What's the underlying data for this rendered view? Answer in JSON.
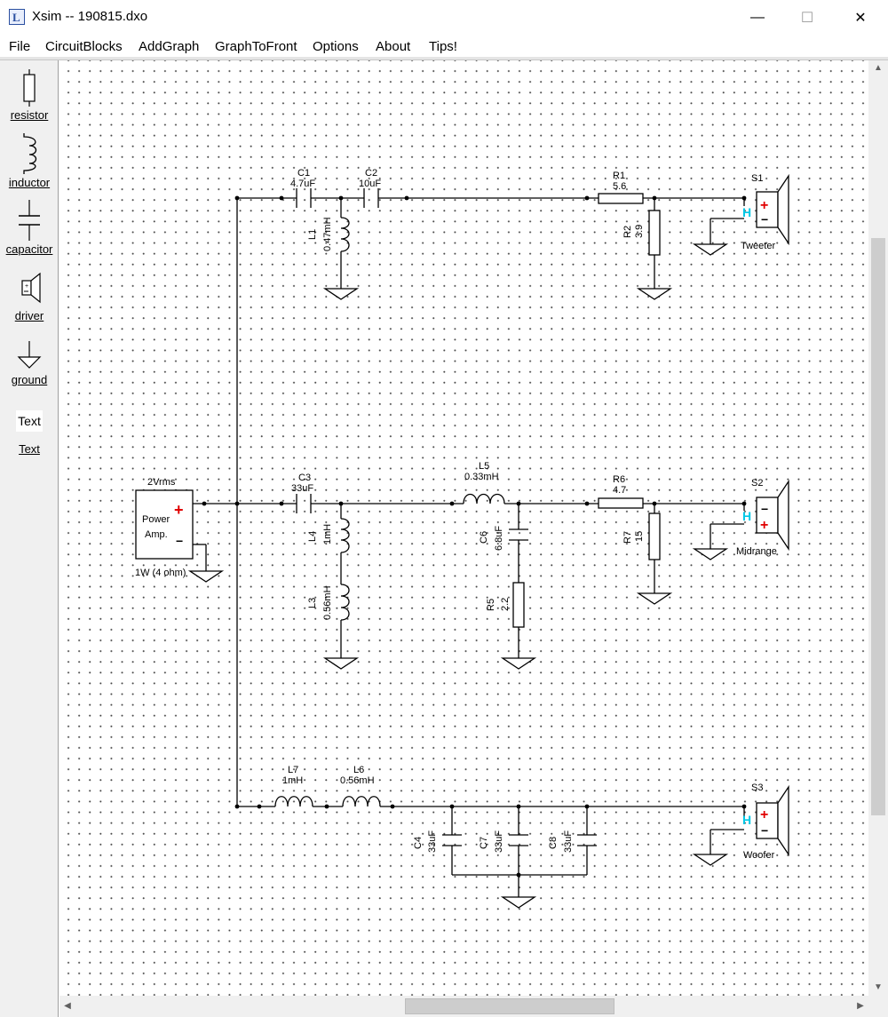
{
  "window": {
    "title": "Xsim -- 190815.dxo",
    "app_icon_glyph": "L",
    "minimize_glyph": "—",
    "maximize_glyph": "☐",
    "close_glyph": "✕"
  },
  "menu": {
    "items": [
      "File",
      "CircuitBlocks",
      "AddGraph",
      "GraphToFront",
      "Options",
      "About",
      "Tips!"
    ]
  },
  "toolbox": {
    "resistor": "resistor",
    "inductor": "inductor",
    "capacitor": "capacitor",
    "driver": "driver",
    "ground": "ground",
    "text_icon": "Text",
    "text": "Text"
  },
  "schematic": {
    "amp": {
      "voltage": "2Vrms",
      "name_line1": "Power",
      "name_line2": "Amp.",
      "rating": "1W (4 ohm)",
      "plus": "+",
      "minus": "−"
    },
    "C1": {
      "ref": "C1",
      "value": "4.7uF"
    },
    "C2": {
      "ref": "C2",
      "value": "10uF"
    },
    "L1": {
      "ref": "L1",
      "value": "0.47mH"
    },
    "R1": {
      "ref": "R1",
      "value": "5.6"
    },
    "R2": {
      "ref": "R2",
      "value": "3.9"
    },
    "S1": {
      "ref": "S1",
      "name": "Tweeter"
    },
    "C3": {
      "ref": "C3",
      "value": "33uF"
    },
    "L4": {
      "ref": "L4",
      "value": "1mH"
    },
    "L3": {
      "ref": "L3",
      "value": "0.56mH"
    },
    "L5": {
      "ref": "L5",
      "value": "0.33mH"
    },
    "C6": {
      "ref": "C6",
      "value": "6.8uF"
    },
    "R5": {
      "ref": "R5",
      "value": "2.2"
    },
    "R6": {
      "ref": "R6",
      "value": "4.7"
    },
    "R7": {
      "ref": "R7",
      "value": "15"
    },
    "S2": {
      "ref": "S2",
      "name": "Midrange"
    },
    "L7": {
      "ref": "L7",
      "value": "1mH"
    },
    "L6": {
      "ref": "L6",
      "value": "0.56mH"
    },
    "C4": {
      "ref": "C4",
      "value": "33uF"
    },
    "C7": {
      "ref": "C7",
      "value": "33uF"
    },
    "C8": {
      "ref": "C8",
      "value": "33uF"
    },
    "S3": {
      "ref": "S3",
      "name": "Woofer"
    },
    "driver_h": "H",
    "driver_plus": "+",
    "driver_minus": "−"
  },
  "colors": {
    "wire": "#000000",
    "plus_red": "#e00000",
    "h_cyan": "#00c8e6"
  }
}
